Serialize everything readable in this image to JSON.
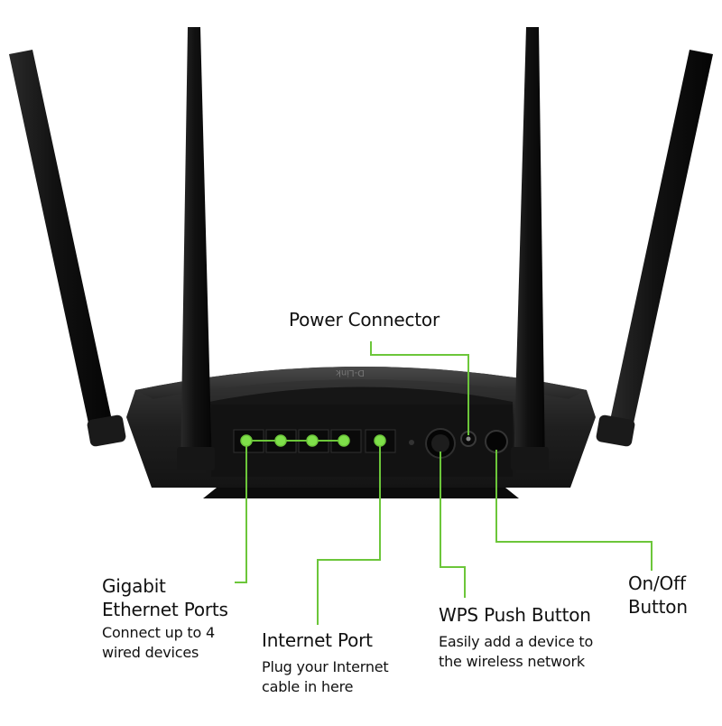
{
  "brand": {
    "logo_text": "D-Link"
  },
  "callouts": {
    "power": {
      "title": "Power Connector"
    },
    "ethernet": {
      "title": "Gigabit\nEthernet Ports",
      "desc": "Connect up to 4\nwired devices"
    },
    "internet": {
      "title": "Internet Port",
      "desc": "Plug your Internet\ncable in here"
    },
    "wps": {
      "title": "WPS Push Button",
      "desc": "Easily add a device to\nthe wireless network"
    },
    "onoff": {
      "title": "On/Off\nButton"
    }
  },
  "colors": {
    "leader": "#6cc63a",
    "device": "#1c1c1c",
    "port_glow": "#7fe04a"
  }
}
